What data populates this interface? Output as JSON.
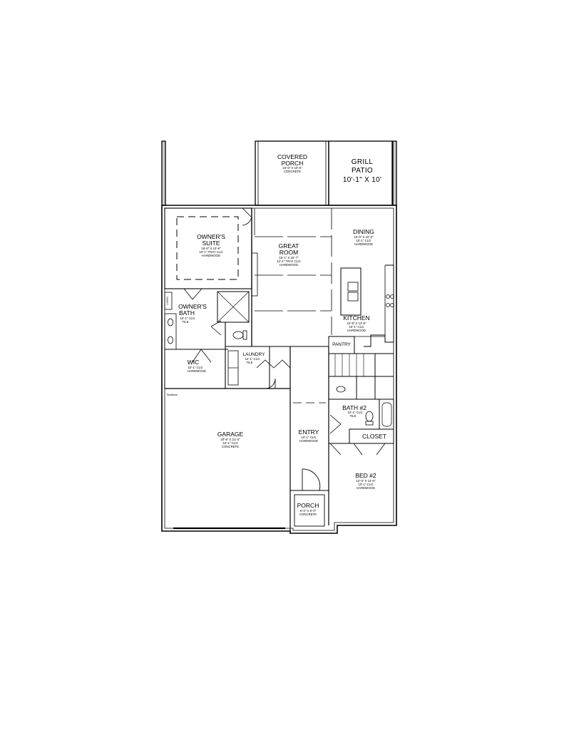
{
  "rooms": {
    "covered_porch": {
      "name1": "COVERED",
      "name2": "PORCH",
      "dim": "15'-0\" X 10'-0\"",
      "finish": "CONCRETE"
    },
    "grill_patio": {
      "name1": "GRILL",
      "name2": "PATIO",
      "dim": "10'-1\" X 10'"
    },
    "owners_suite": {
      "name1": "OWNER'S",
      "name2": "SUITE",
      "dim": "16'-0\" X 13'-8\"",
      "ceiling": "10'-1\" TRAY CLG",
      "finish": "HARDWOOD"
    },
    "great_room": {
      "name1": "GREAT",
      "name2": "ROOM",
      "dim": "15'-1\" X 22'-7\"",
      "ceiling": "12'-1\" TRAY CLG",
      "finish": "HARDWOOD"
    },
    "dining": {
      "name": "DINING",
      "dim": "15'-6\" X 10'-3\"",
      "ceiling": "10'-1\" CLG",
      "finish": "HARDWOOD"
    },
    "kitchen": {
      "name": "KITCHEN",
      "dim": "15'-9\" X 13'-6\"",
      "ceiling": "10'-1\" CLG",
      "finish": "HARDWOOD"
    },
    "pantry": {
      "name": "PANTRY"
    },
    "linen": {
      "name": "LINEN"
    },
    "owners_bath": {
      "name1": "OWNER'S",
      "name2": "BATH",
      "ceiling": "10'-1\" CLG",
      "finish": "TILE"
    },
    "wic": {
      "name": "WIC",
      "ceiling": "10'-1\" CLG",
      "finish": "HARDWOOD"
    },
    "laundry": {
      "name": "LAUNDRY",
      "ceiling": "10'-1\" CLG",
      "finish": "TILE"
    },
    "tankless": {
      "name": "Tankless"
    },
    "garage": {
      "name": "GARAGE",
      "dim": "20'-8\" X 21'-0\"",
      "ceiling": "10'-1\" CLG",
      "finish": "CONCRETE"
    },
    "entry": {
      "name": "ENTRY",
      "ceiling": "10'-1\" CLG",
      "finish": "HARDWOOD"
    },
    "bath2": {
      "name": "BATH #2",
      "ceiling": "10'-1\" CLG",
      "finish": "TILE"
    },
    "closet": {
      "name": "CLOSET"
    },
    "bed2": {
      "name": "BED #2",
      "dim": "12'-0\" X 13'-0\"",
      "ceiling": "10'-1\" CLG",
      "finish": "HARDWOOD"
    },
    "porch": {
      "name": "PORCH",
      "dim": "5'-0\" X 5'-0\"",
      "finish": "CONCRETE"
    }
  }
}
